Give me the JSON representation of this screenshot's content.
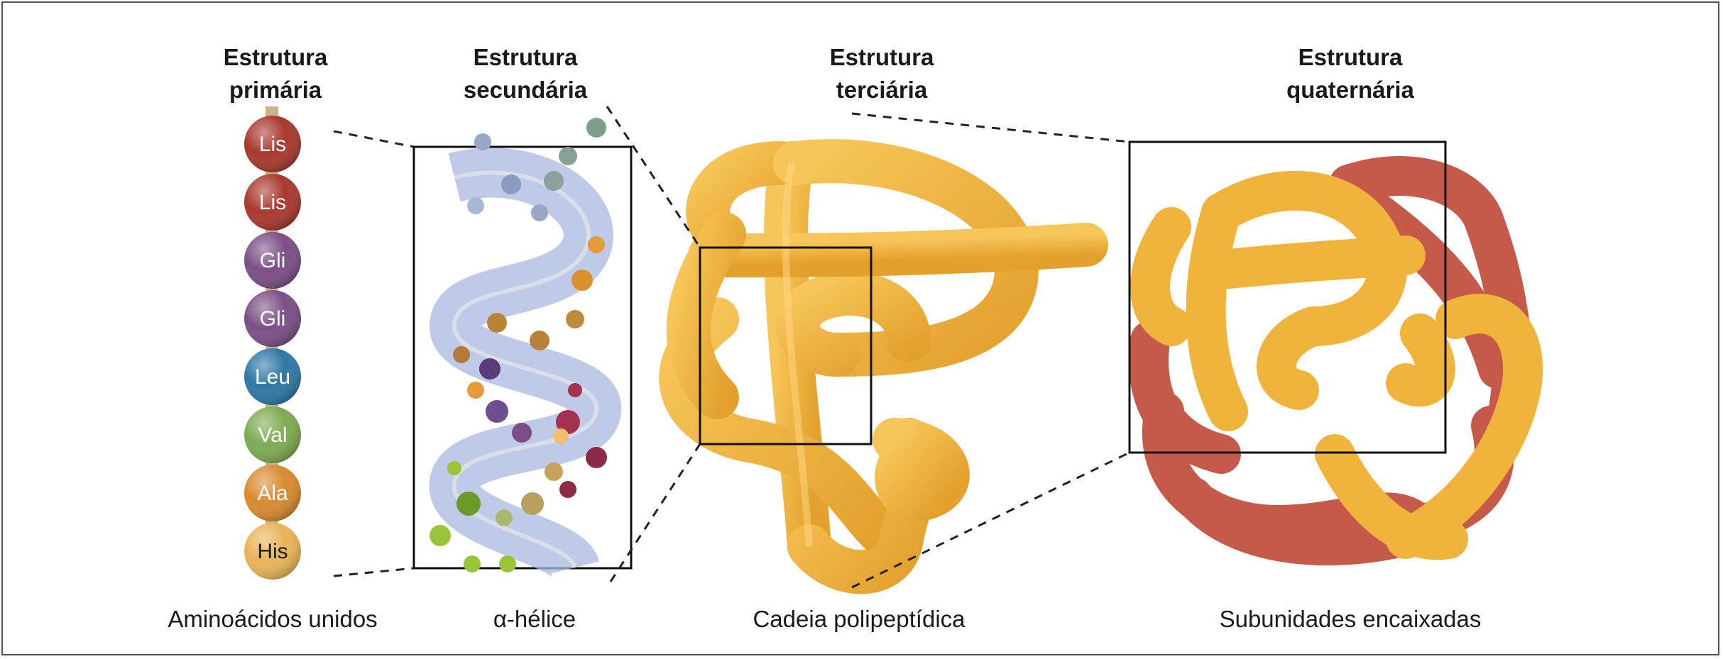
{
  "panels": [
    {
      "id": "primary",
      "title_l1": "Estrutura",
      "title_l2": "primária",
      "caption": "Aminoácidos unidos"
    },
    {
      "id": "secondary",
      "title_l1": "Estrutura",
      "title_l2": "secundária",
      "caption": "α-hélice"
    },
    {
      "id": "tertiary",
      "title_l1": "Estrutura",
      "title_l2": "terciária",
      "caption": "Cadeia polipeptídica"
    },
    {
      "id": "quaternary",
      "title_l1": "Estrutura",
      "title_l2": "quaternária",
      "caption": "Subunidades encaixadas"
    }
  ],
  "amino_acids": [
    {
      "label": "Lis",
      "color": "#a8382f"
    },
    {
      "label": "Lis",
      "color": "#a8382f"
    },
    {
      "label": "Gli",
      "color": "#7b4f86"
    },
    {
      "label": "Gli",
      "color": "#7b4f86"
    },
    {
      "label": "Leu",
      "color": "#2f77a6"
    },
    {
      "label": "Val",
      "color": "#7eaa52"
    },
    {
      "label": "Ala",
      "color": "#d88a2e"
    },
    {
      "label": "His",
      "color": "#e9b457"
    }
  ],
  "colors": {
    "helix_ribbon": "#aab8e2",
    "chain_gold": "#f0b43c",
    "chain_red": "#c65a4a",
    "zoom_lines": "#222222"
  }
}
